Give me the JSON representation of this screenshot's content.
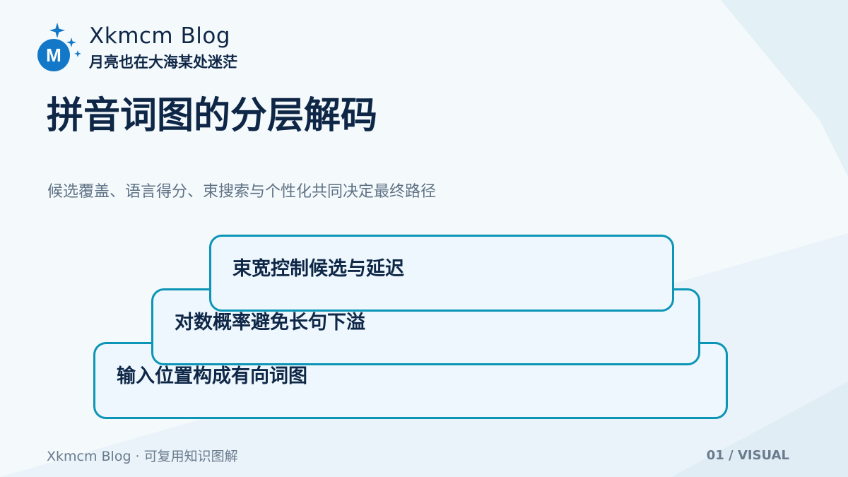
{
  "header": {
    "brand_name": "Xkmcm  Blog",
    "brand_tagline": "月亮也在大海某处迷茫",
    "logo_letter": "M"
  },
  "content": {
    "title": "拼音词图的分层解码",
    "subtitle": "候选覆盖、语言得分、束搜索与个性化共同决定最终路径"
  },
  "layers": [
    {
      "label": "束宽控制候选与延迟"
    },
    {
      "label": "对数概率避免长句下溢"
    },
    {
      "label": "输入位置构成有向词图"
    }
  ],
  "footer": {
    "left": "Xkmcm Blog · 可复用知识图解",
    "right": "01 / VISUAL"
  },
  "colors": {
    "background": "#f4f9fc",
    "primary_text": "#0f2747",
    "secondary_text": "#5f7285",
    "accent_border": "#0c95b6",
    "card_fill": "#eef7fd",
    "logo_blue": "#1478c8"
  }
}
